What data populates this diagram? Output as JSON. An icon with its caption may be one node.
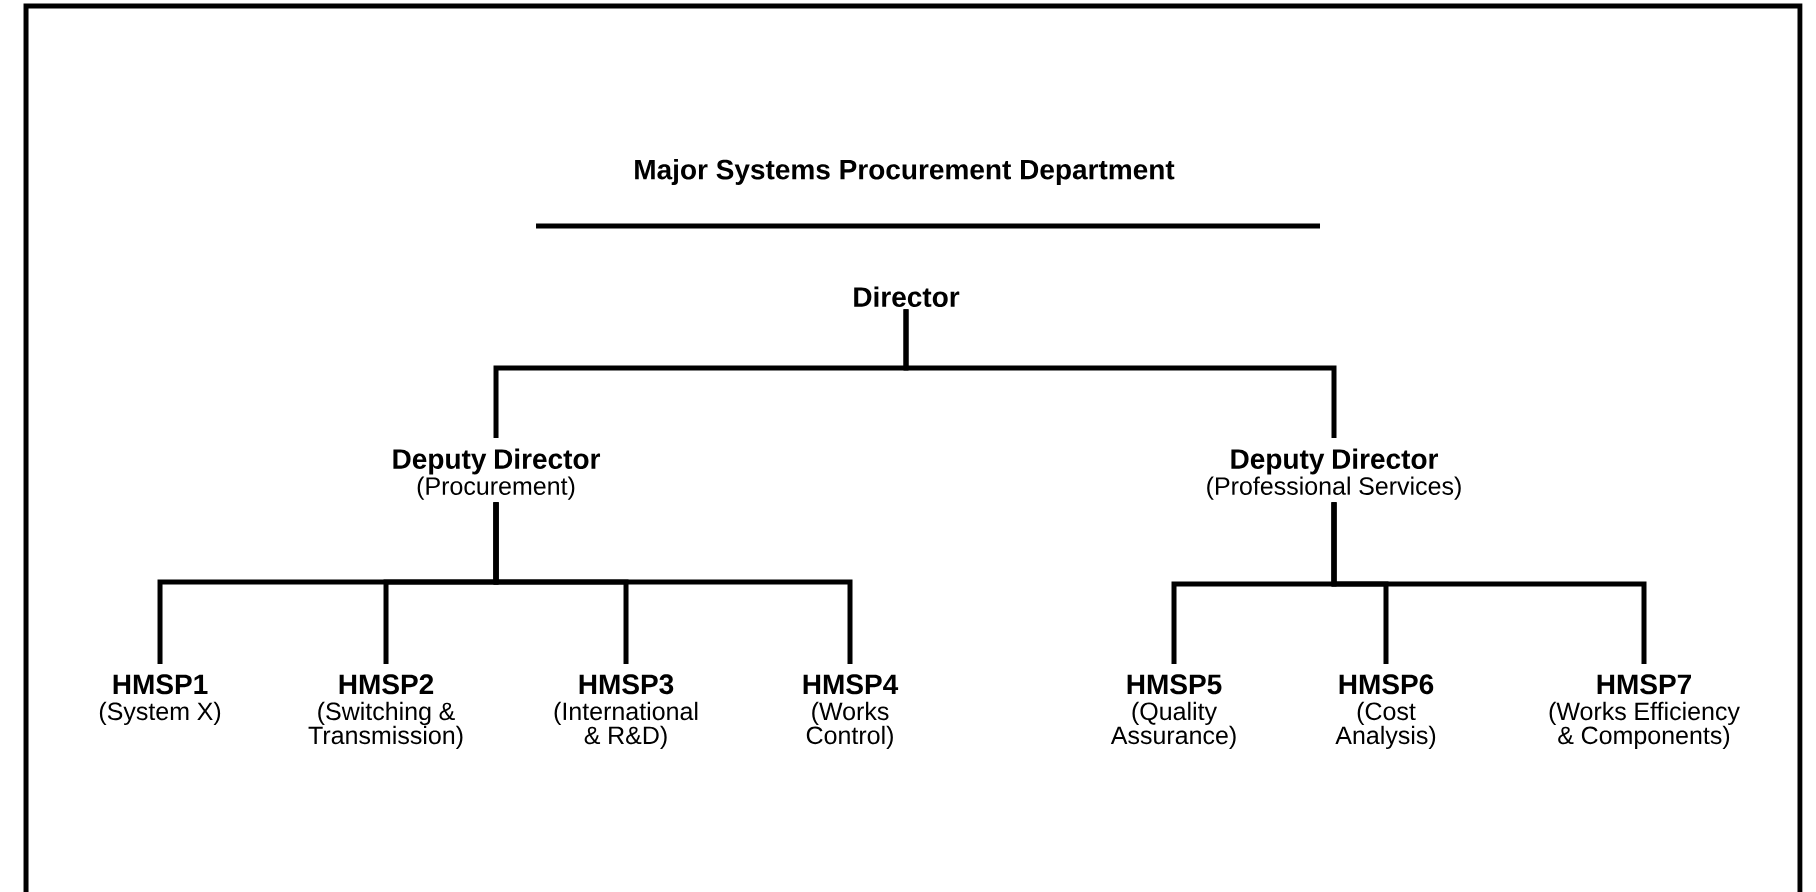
{
  "diagram": {
    "title": "Major Systems Procurement Department",
    "nodes": [
      {
        "text": [
          "Director"
        ]
      },
      {
        "text": [
          "Deputy Director",
          "(Procurement)"
        ]
      },
      {
        "text": [
          "Deputy Director",
          "(Professional Services)"
        ]
      },
      {
        "text": [
          "HMSP1",
          "(System X)"
        ]
      },
      {
        "text": [
          "HMSP2",
          "(Switching & Transmission)"
        ]
      },
      {
        "text": [
          "HMSP3",
          "(International & R&D)"
        ]
      },
      {
        "text": [
          "HMSP4",
          "(Works Control)"
        ]
      },
      {
        "text": [
          "HMSP5",
          "(Quality Assurance)"
        ]
      },
      {
        "text": [
          "HMSP6",
          "(Cost Analysis)"
        ]
      },
      {
        "text": [
          "HMSP7",
          "(Works Efficiency & Components)"
        ]
      }
    ],
    "edges": [
      {
        "from": 0,
        "to": 1,
        "arrow": "none"
      },
      {
        "from": 0,
        "to": 2,
        "arrow": "none"
      },
      {
        "from": 1,
        "to": 3,
        "arrow": "none"
      },
      {
        "from": 1,
        "to": 4,
        "arrow": "none"
      },
      {
        "from": 1,
        "to": 5,
        "arrow": "none"
      },
      {
        "from": 1,
        "to": 6,
        "arrow": "none"
      },
      {
        "from": 2,
        "to": 7,
        "arrow": "none"
      },
      {
        "from": 2,
        "to": 8,
        "arrow": "none"
      },
      {
        "from": 2,
        "to": 9,
        "arrow": "none"
      }
    ]
  }
}
